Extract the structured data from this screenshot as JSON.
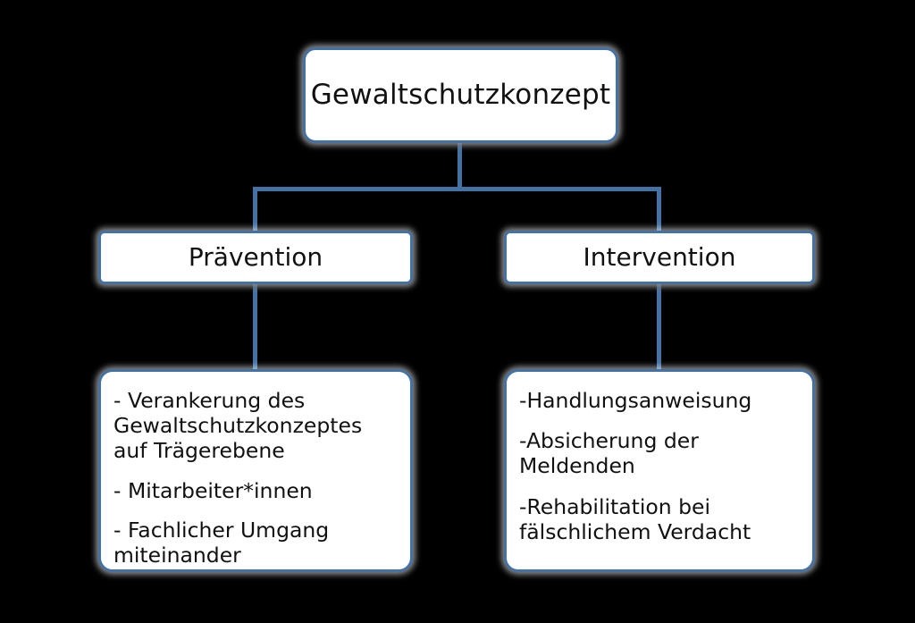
{
  "diagram": {
    "type": "hierarchy-tree",
    "language": "de",
    "background_color": "#000000",
    "node_border_color": "#4472a4",
    "node_fill_color": "#ffffff",
    "connector_color": "#4472a4",
    "text_color": "#111111",
    "root": {
      "label": "Gewaltschutzkonzept"
    },
    "branches": [
      {
        "key": "praevention",
        "label": "Prävention",
        "items": [
          "- Verankerung des\nGewaltschutzkonzeptes\nauf Trägerebene",
          "- Mitarbeiter*innen",
          "- Fachlicher Umgang\n miteinander"
        ]
      },
      {
        "key": "intervention",
        "label": "Intervention",
        "items": [
          "-Handlungsanweisung",
          "-Absicherung der\nMeldenden",
          "-Rehabilitation bei\nfälschlichem Verdacht"
        ]
      }
    ]
  }
}
